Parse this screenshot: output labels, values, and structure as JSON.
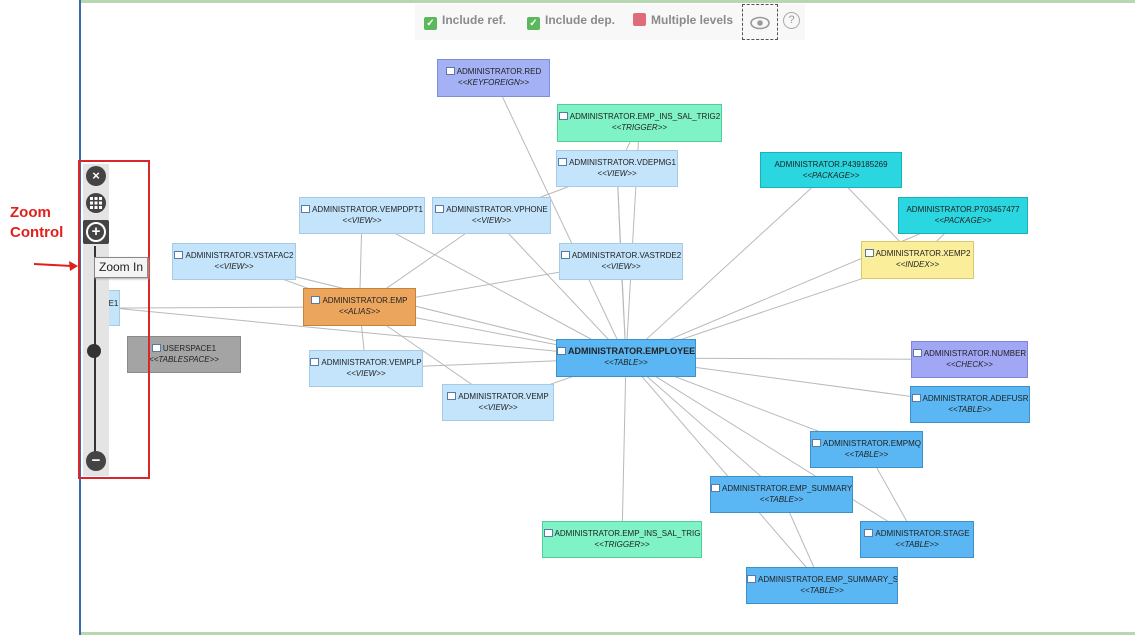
{
  "annotation": {
    "title_line1": "Zoom",
    "title_line2": "Control"
  },
  "zoom": {
    "close": "×",
    "fit": "⁞",
    "in": "+",
    "out": "−",
    "tooltip": "Zoom In"
  },
  "toolbar": {
    "include_ref": "Include ref.",
    "include_dep": "Include dep.",
    "multiple_levels": "Multiple levels",
    "help": "?"
  },
  "colors": {
    "view": "#c3e4fb",
    "table": "#5bb7f4",
    "package": "#2ad6df",
    "trigger": "#7ff2c6",
    "keyforeign": "#a4b1f4",
    "check": "#a2a7f5",
    "alias": "#eba55d",
    "tablespace": "#a4a4a4",
    "index": "#fbee9a",
    "edge": "#b9b9b9",
    "frame": "#3b6ab0",
    "callout": "#e0201a"
  },
  "nodes": [
    {
      "id": "red",
      "name": "ADMINISTRATOR.RED",
      "stereotype": "<<KEYFOREIGN>>",
      "kind": "keyforeign"
    },
    {
      "id": "trig2",
      "name": "ADMINISTRATOR.EMP_INS_SAL_TRIG2",
      "stereotype": "<<TRIGGER>>",
      "kind": "trigger"
    },
    {
      "id": "vdepmg1",
      "name": "ADMINISTRATOR.VDEPMG1",
      "stereotype": "<<VIEW>>",
      "kind": "view"
    },
    {
      "id": "p439",
      "name": "ADMINISTRATOR.P439185269",
      "stereotype": "<<PACKAGE>>",
      "kind": "package"
    },
    {
      "id": "p703",
      "name": "ADMINISTRATOR.P703457477",
      "stereotype": "<<PACKAGE>>",
      "kind": "package"
    },
    {
      "id": "vempdpt1",
      "name": "ADMINISTRATOR.VEMPDPT1",
      "stereotype": "<<VIEW>>",
      "kind": "view"
    },
    {
      "id": "vphone",
      "name": "ADMINISTRATOR.VPHONE",
      "stereotype": "<<VIEW>>",
      "kind": "view"
    },
    {
      "id": "vstafac2",
      "name": "ADMINISTRATOR.VSTAFAC2",
      "stereotype": "<<VIEW>>",
      "kind": "view"
    },
    {
      "id": "vastrde2",
      "name": "ADMINISTRATOR.VASTRDE2",
      "stereotype": "<<VIEW>>",
      "kind": "view"
    },
    {
      "id": "xemp2",
      "name": "ADMINISTRATOR.XEMP2",
      "stereotype": "<<INDEX>>",
      "kind": "index"
    },
    {
      "id": "e1",
      "name": "E1",
      "stereotype": "",
      "kind": "view"
    },
    {
      "id": "emp",
      "name": "ADMINISTRATOR.EMP",
      "stereotype": "<<ALIAS>>",
      "kind": "alias"
    },
    {
      "id": "userspace1",
      "name": "USERSPACE1",
      "stereotype": "<<TABLESPACE>>",
      "kind": "tablespace"
    },
    {
      "id": "employee",
      "name": "ADMINISTRATOR.EMPLOYEE",
      "stereotype": "<<TABLE>>",
      "kind": "table"
    },
    {
      "id": "vemplp",
      "name": "ADMINISTRATOR.VEMPLP",
      "stereotype": "<<VIEW>>",
      "kind": "view"
    },
    {
      "id": "number",
      "name": "ADMINISTRATOR.NUMBER",
      "stereotype": "<<CHECK>>",
      "kind": "check"
    },
    {
      "id": "vemp",
      "name": "ADMINISTRATOR.VEMP",
      "stereotype": "<<VIEW>>",
      "kind": "view"
    },
    {
      "id": "adefusr",
      "name": "ADMINISTRATOR.ADEFUSR",
      "stereotype": "<<TABLE>>",
      "kind": "table"
    },
    {
      "id": "empmq",
      "name": "ADMINISTRATOR.EMPMQ",
      "stereotype": "<<TABLE>>",
      "kind": "table"
    },
    {
      "id": "empsummary",
      "name": "ADMINISTRATOR.EMP_SUMMARY",
      "stereotype": "<<TABLE>>",
      "kind": "table"
    },
    {
      "id": "stage",
      "name": "ADMINISTRATOR.STAGE",
      "stereotype": "<<TABLE>>",
      "kind": "table"
    },
    {
      "id": "trig",
      "name": "ADMINISTRATOR.EMP_INS_SAL_TRIG",
      "stereotype": "<<TRIGGER>>",
      "kind": "trigger"
    },
    {
      "id": "empsummarys",
      "name": "ADMINISTRATOR.EMP_SUMMARY_S",
      "stereotype": "<<TABLE>>",
      "kind": "table"
    }
  ],
  "edges": [
    [
      "employee",
      "red"
    ],
    [
      "employee",
      "trig2"
    ],
    [
      "employee",
      "vdepmg1"
    ],
    [
      "employee",
      "p439"
    ],
    [
      "employee",
      "p703"
    ],
    [
      "employee",
      "vempdpt1"
    ],
    [
      "employee",
      "vphone"
    ],
    [
      "employee",
      "vstafac2"
    ],
    [
      "employee",
      "vastrde2"
    ],
    [
      "employee",
      "xemp2"
    ],
    [
      "employee",
      "e1"
    ],
    [
      "employee",
      "emp"
    ],
    [
      "employee",
      "vemplp"
    ],
    [
      "employee",
      "number"
    ],
    [
      "employee",
      "vemp"
    ],
    [
      "employee",
      "adefusr"
    ],
    [
      "employee",
      "empmq"
    ],
    [
      "employee",
      "empsummary"
    ],
    [
      "employee",
      "stage"
    ],
    [
      "employee",
      "trig"
    ],
    [
      "employee",
      "empsummarys"
    ],
    [
      "emp",
      "vempdpt1"
    ],
    [
      "emp",
      "vphone"
    ],
    [
      "emp",
      "vstafac2"
    ],
    [
      "emp",
      "vastrde2"
    ],
    [
      "emp",
      "e1"
    ],
    [
      "emp",
      "vemplp"
    ],
    [
      "emp",
      "vemp"
    ],
    [
      "vdepmg1",
      "trig2"
    ],
    [
      "vastrde2",
      "vdepmg1"
    ],
    [
      "vphone",
      "vdepmg1"
    ],
    [
      "p439",
      "xemp2"
    ],
    [
      "p703",
      "xemp2"
    ],
    [
      "empmq",
      "stage"
    ],
    [
      "empsummary",
      "empsummarys"
    ]
  ]
}
